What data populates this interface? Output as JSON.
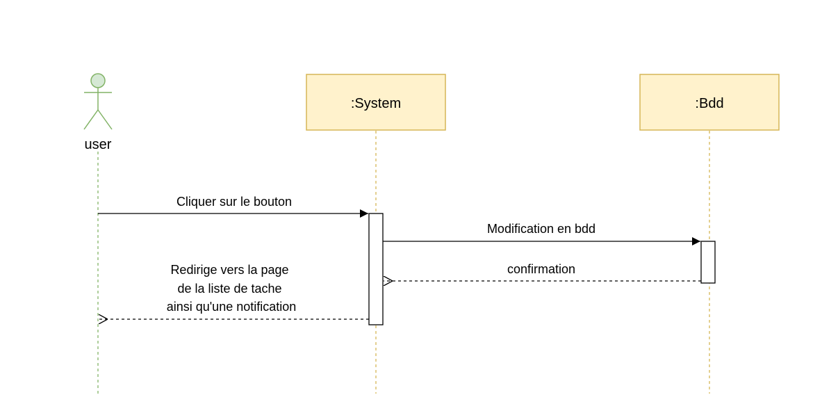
{
  "participants": {
    "user": {
      "label": "user"
    },
    "system": {
      "label": ":System"
    },
    "bdd": {
      "label": ":Bdd"
    }
  },
  "messages": {
    "click": {
      "label": "Cliquer sur le bouton"
    },
    "modification": {
      "label": "Modification en bdd"
    },
    "confirmation": {
      "label": "confirmation"
    },
    "redirect": {
      "line1": "Redirige vers la page",
      "line2": "de la liste de tache",
      "line3": "ainsi qu'une notification"
    }
  },
  "colors": {
    "actor_stroke": "#82b366",
    "actor_fill": "#d5e8d4",
    "box_stroke": "#d6b656",
    "box_fill": "#fff2cc",
    "line": "#000000"
  }
}
